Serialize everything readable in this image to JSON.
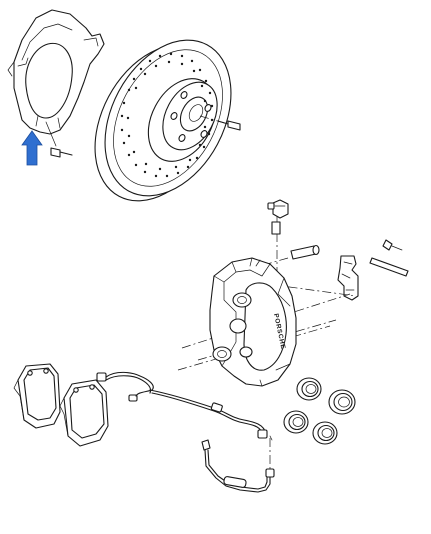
{
  "diagram": {
    "kind": "exploded-view",
    "highlight_color": "#2f6fd0",
    "components": [
      "brake-disc-shield",
      "drilled-brake-disc",
      "disc-screw",
      "shield-bolt",
      "brake-caliper",
      "brake-pads",
      "wear-sensor",
      "spreader-spring",
      "pad-retaining-pin",
      "caliper-bolt",
      "bleed-valve",
      "piston-seals",
      "brake-line"
    ],
    "arrow": {
      "icon": "up-arrow-icon",
      "color": "#2f6fd0"
    },
    "caliper_lettering": "PORSCHE"
  }
}
